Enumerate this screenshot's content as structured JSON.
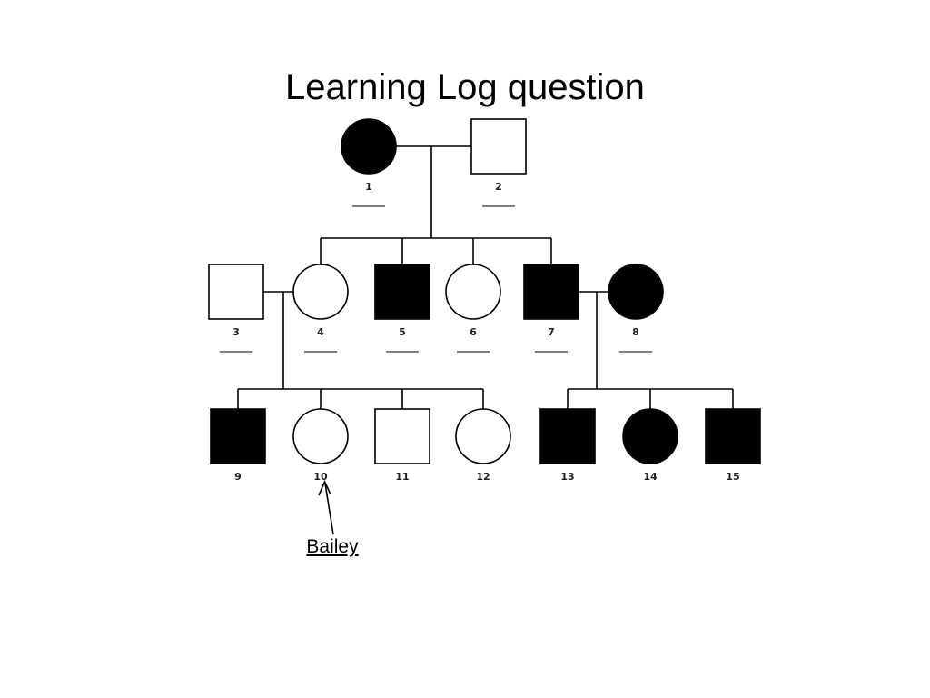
{
  "slide": {
    "title": "Learning Log question"
  },
  "pedigree": {
    "individuals": [
      {
        "id": "1",
        "number": "1",
        "sex": "female",
        "affected": true,
        "generation": 1
      },
      {
        "id": "2",
        "number": "2",
        "sex": "male",
        "affected": false,
        "generation": 1
      },
      {
        "id": "3",
        "number": "3",
        "sex": "male",
        "affected": false,
        "generation": 2
      },
      {
        "id": "4",
        "number": "4",
        "sex": "female",
        "affected": false,
        "generation": 2
      },
      {
        "id": "5",
        "number": "5",
        "sex": "male",
        "affected": true,
        "generation": 2
      },
      {
        "id": "6",
        "number": "6",
        "sex": "female",
        "affected": false,
        "generation": 2
      },
      {
        "id": "7",
        "number": "7",
        "sex": "male",
        "affected": true,
        "generation": 2
      },
      {
        "id": "8",
        "number": "8",
        "sex": "female",
        "affected": true,
        "generation": 2
      },
      {
        "id": "9",
        "number": "9",
        "sex": "male",
        "affected": true,
        "generation": 3
      },
      {
        "id": "10",
        "number": "10",
        "sex": "female",
        "affected": false,
        "generation": 3
      },
      {
        "id": "11",
        "number": "11",
        "sex": "male",
        "affected": false,
        "generation": 3
      },
      {
        "id": "12",
        "number": "12",
        "sex": "female",
        "affected": false,
        "generation": 3
      },
      {
        "id": "13",
        "number": "13",
        "sex": "male",
        "affected": true,
        "generation": 3
      },
      {
        "id": "14",
        "number": "14",
        "sex": "female",
        "affected": true,
        "generation": 3
      },
      {
        "id": "15",
        "number": "15",
        "sex": "male",
        "affected": true,
        "generation": 3
      }
    ],
    "couples": [
      {
        "partners": [
          "1",
          "2"
        ],
        "children": [
          "4",
          "5",
          "6",
          "7"
        ]
      },
      {
        "partners": [
          "3",
          "4"
        ],
        "children": [
          "9",
          "10",
          "11",
          "12"
        ]
      },
      {
        "partners": [
          "7",
          "8"
        ],
        "children": [
          "13",
          "14",
          "15"
        ]
      }
    ],
    "answer_blanks_for": [
      "1",
      "2",
      "3",
      "4",
      "5",
      "6",
      "7",
      "8"
    ],
    "callout": {
      "target": "10",
      "label": "Bailey"
    }
  },
  "colors": {
    "affected_fill": "#000000",
    "unaffected_fill": "#ffffff",
    "line": "#000000"
  }
}
